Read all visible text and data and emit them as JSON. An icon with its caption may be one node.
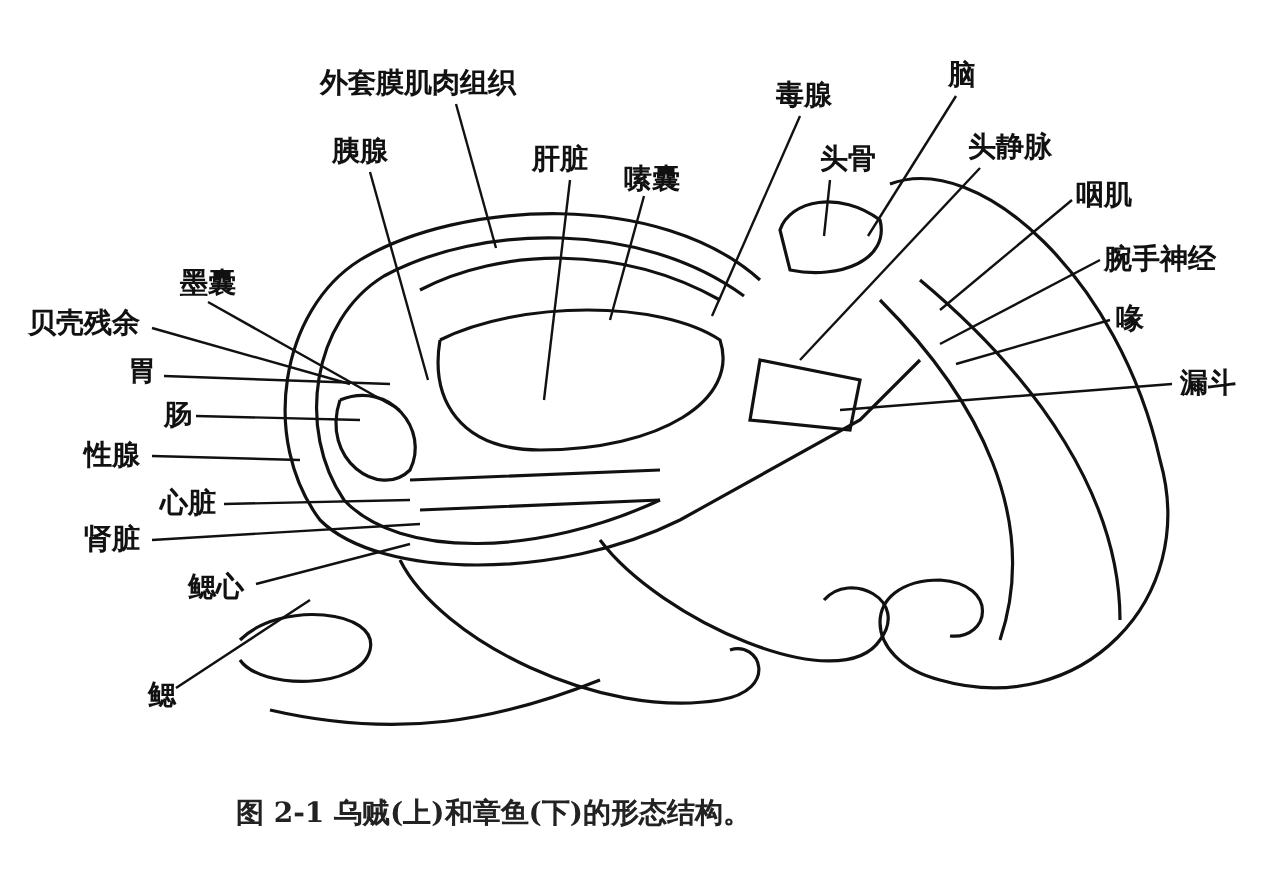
{
  "diagram": {
    "caption": "图 2-1 乌贼(上)和章鱼(下)的形态结构。",
    "nodes": [
      {
        "text": [
          "外套膜肌肉组织"
        ]
      },
      {
        "text": [
          "胰腺"
        ]
      },
      {
        "text": [
          "肝脏"
        ]
      },
      {
        "text": [
          "嗉囊"
        ]
      },
      {
        "text": [
          "毒腺"
        ]
      },
      {
        "text": [
          "脑"
        ]
      },
      {
        "text": [
          "头骨"
        ]
      },
      {
        "text": [
          "头静脉"
        ]
      },
      {
        "text": [
          "咽肌"
        ]
      },
      {
        "text": [
          "腕手神经"
        ]
      },
      {
        "text": [
          "喙"
        ]
      },
      {
        "text": [
          "漏斗"
        ]
      },
      {
        "text": [
          "墨囊"
        ]
      },
      {
        "text": [
          "贝壳残余"
        ]
      },
      {
        "text": [
          "胃"
        ]
      },
      {
        "text": [
          "肠"
        ]
      },
      {
        "text": [
          "性腺"
        ]
      },
      {
        "text": [
          "心脏"
        ]
      },
      {
        "text": [
          "肾脏"
        ]
      },
      {
        "text": [
          "鳃心"
        ]
      },
      {
        "text": [
          "鳃"
        ]
      }
    ],
    "edges": [
      {
        "from": 0,
        "to": null,
        "arrow": "none"
      },
      {
        "from": 1,
        "to": null,
        "arrow": "none"
      },
      {
        "from": 2,
        "to": null,
        "arrow": "none"
      },
      {
        "from": 3,
        "to": null,
        "arrow": "none"
      },
      {
        "from": 4,
        "to": null,
        "arrow": "none"
      },
      {
        "from": 5,
        "to": null,
        "arrow": "none"
      },
      {
        "from": 6,
        "to": null,
        "arrow": "none"
      },
      {
        "from": 7,
        "to": null,
        "arrow": "none"
      },
      {
        "from": 8,
        "to": null,
        "arrow": "none"
      },
      {
        "from": 9,
        "to": null,
        "arrow": "none"
      },
      {
        "from": 10,
        "to": null,
        "arrow": "none"
      },
      {
        "from": 11,
        "to": null,
        "arrow": "none"
      },
      {
        "from": 12,
        "to": null,
        "arrow": "none"
      },
      {
        "from": 13,
        "to": null,
        "arrow": "none"
      },
      {
        "from": 14,
        "to": null,
        "arrow": "none"
      },
      {
        "from": 15,
        "to": null,
        "arrow": "none"
      },
      {
        "from": 16,
        "to": null,
        "arrow": "none"
      },
      {
        "from": 17,
        "to": null,
        "arrow": "none"
      },
      {
        "from": 18,
        "to": null,
        "arrow": "none"
      },
      {
        "from": 19,
        "to": null,
        "arrow": "none"
      },
      {
        "from": 20,
        "to": null,
        "arrow": "none"
      }
    ]
  }
}
